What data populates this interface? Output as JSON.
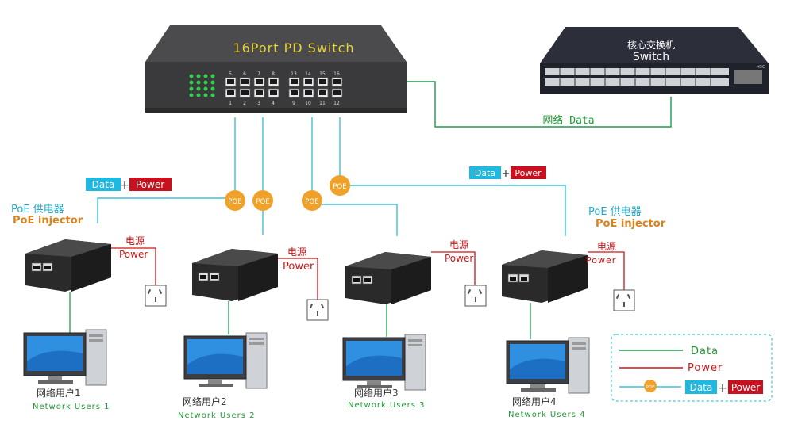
{
  "pd_switch": {
    "label": "16Port  PD Switch",
    "port_numbers_top": [
      "5",
      "6",
      "7",
      "8",
      "13",
      "14",
      "15",
      "16"
    ],
    "port_numbers_bottom": [
      "1",
      "2",
      "3",
      "4",
      "9",
      "10",
      "11",
      "12"
    ]
  },
  "core_switch": {
    "label_cn": "核心交换机",
    "label_en": "Switch",
    "brand": "H3C"
  },
  "uplink": {
    "label": "网络 Data"
  },
  "badges": {
    "data": "Data",
    "plus": "+",
    "power": "Power"
  },
  "poe_label": "POE",
  "injector_left": {
    "label_cn": "PoE 供电器",
    "label_en": "PoE injector"
  },
  "injector_right": {
    "label_cn": "PoE 供电器",
    "label_en": "PoE injector"
  },
  "power_labels": [
    {
      "cn": "电源",
      "en": "Power"
    },
    {
      "cn": "电源",
      "en": "Power"
    },
    {
      "cn": "电源",
      "en": "Power"
    },
    {
      "cn": "电源",
      "en": "Power"
    }
  ],
  "users": [
    {
      "cn": "网络用户1",
      "en": "Network Users 1"
    },
    {
      "cn": "网络用户2",
      "en": "Network Users 2"
    },
    {
      "cn": "网络用户3",
      "en": "Network Users 3"
    },
    {
      "cn": "网络用户4",
      "en": "Network Users 4"
    }
  ],
  "legend": {
    "data": "Data",
    "power": "Power",
    "poe": "POE",
    "combo_data": "Data",
    "combo_plus": "+",
    "combo_power": "Power"
  },
  "colors": {
    "data_line": "#1e9a4a",
    "power_line": "#c81818",
    "poe_cable": "#3ec0d6",
    "poe_badge": "#f0a12a",
    "badge_data": "#1fb8e0",
    "badge_power": "#c8101e",
    "legend_border": "#3cc6d8"
  }
}
